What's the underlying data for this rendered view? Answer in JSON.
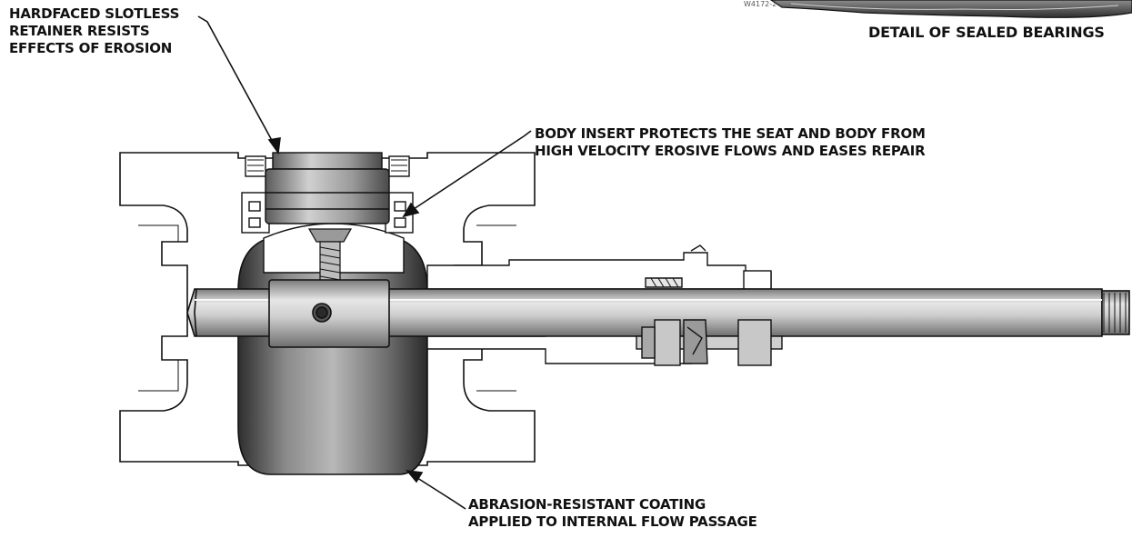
{
  "figure_id": "W4172-2",
  "detail_title": "DETAIL OF SEALED BEARINGS",
  "callouts": {
    "retainer": [
      "HARDFACED SLOTLESS",
      "RETAINER RESISTS",
      "EFFECTS OF EROSION"
    ],
    "insert": [
      "BODY INSERT PROTECTS THE SEAT AND BODY FROM",
      "HIGH VELOCITY EROSIVE FLOWS AND EASES REPAIR"
    ],
    "coating": [
      "ABRASION-RESISTANT COATING",
      "APPLIED TO INTERNAL FLOW PASSAGE"
    ]
  },
  "colors": {
    "line": "#111111",
    "metal_light": "#d9d9d9",
    "metal_mid": "#a8a8a8",
    "metal_dark": "#4a4a4a",
    "body_fill": "#ffffff"
  }
}
